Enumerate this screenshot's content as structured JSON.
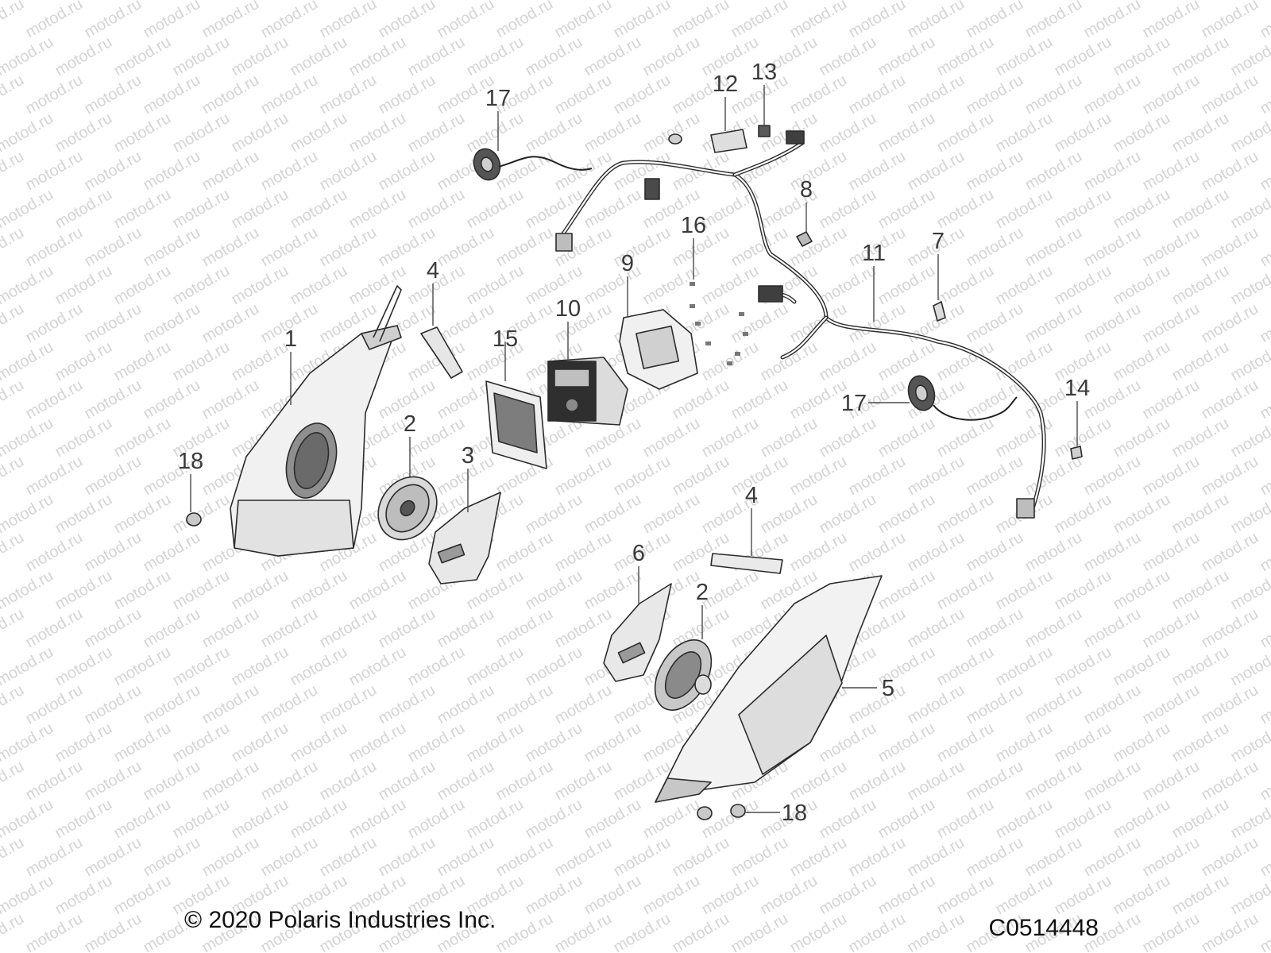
{
  "watermark": "motod.ru",
  "copyright": "© 2020 Polaris Industries Inc.",
  "diagram_id": "C0514448",
  "callouts": {
    "c1": "1",
    "c2a": "2",
    "c2b": "2",
    "c3": "3",
    "c4a": "4",
    "c4b": "4",
    "c5": "5",
    "c6": "6",
    "c7": "7",
    "c8": "8",
    "c9": "9",
    "c10": "10",
    "c11": "11",
    "c12": "12",
    "c13": "13",
    "c14": "14",
    "c15": "15",
    "c16": "16",
    "c17a": "17",
    "c17b": "17",
    "c18a": "18",
    "c18b": "18"
  }
}
